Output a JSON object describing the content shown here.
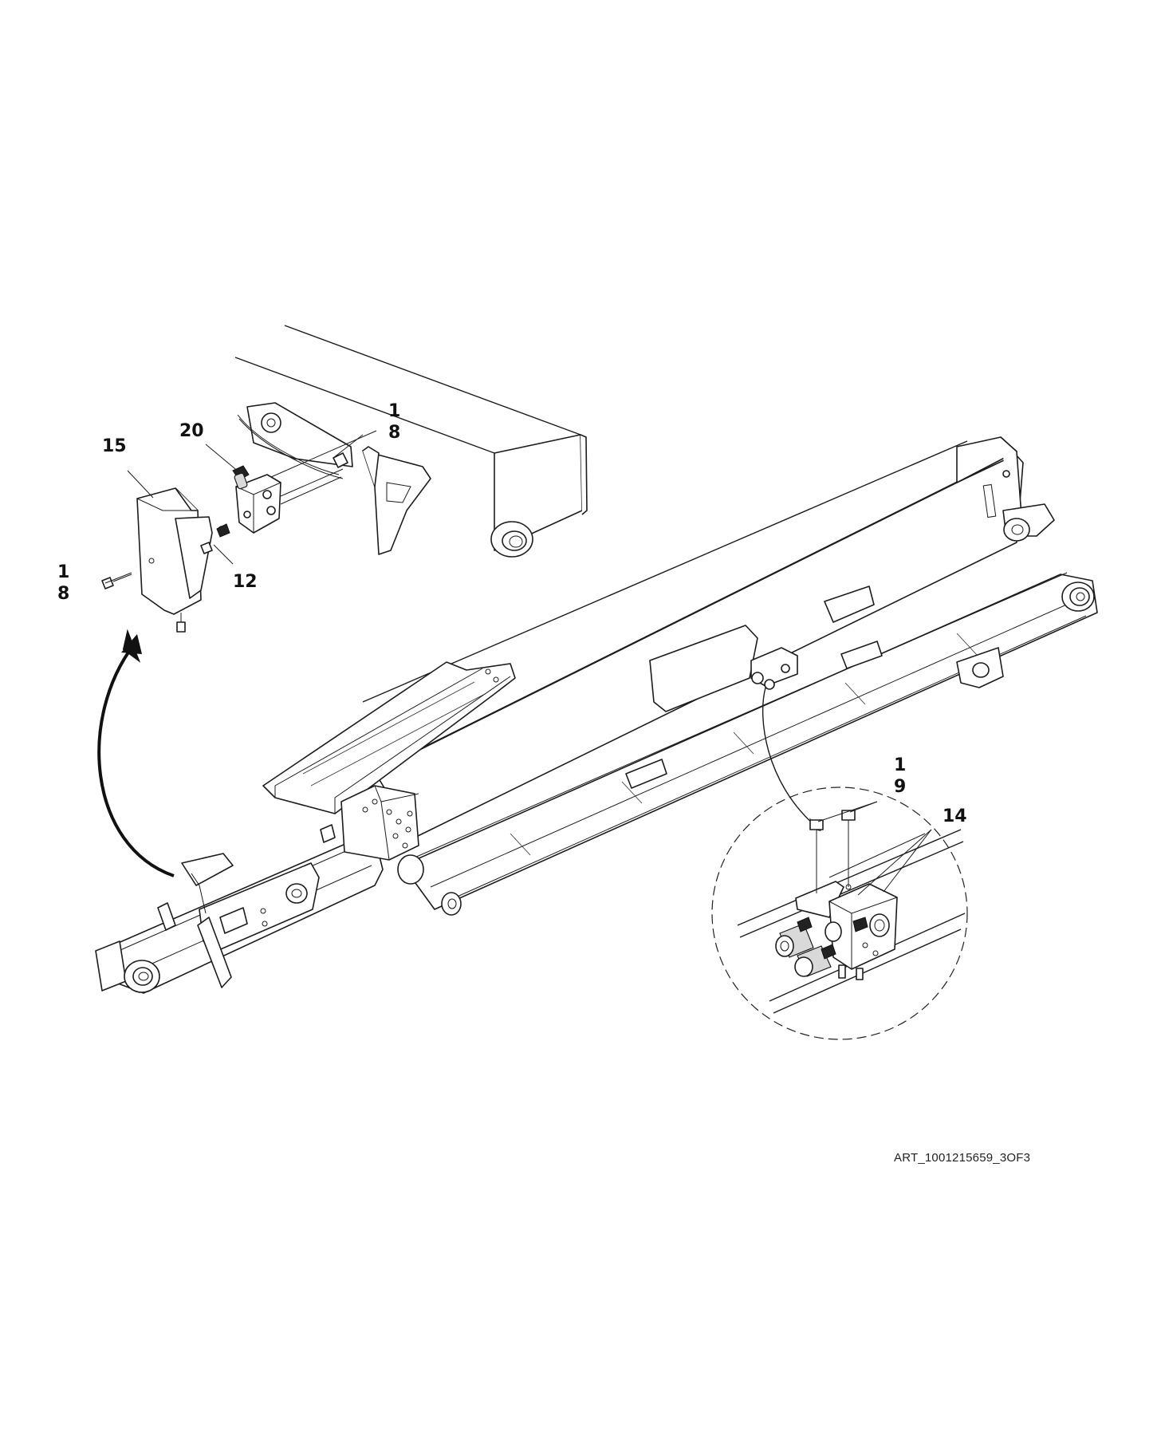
{
  "callouts": [
    {
      "id": "c15",
      "lines": [
        "15"
      ]
    },
    {
      "id": "c20",
      "lines": [
        "20"
      ]
    },
    {
      "id": "c18-top",
      "lines": [
        "1",
        "8"
      ]
    },
    {
      "id": "c18-left",
      "lines": [
        "1",
        "8"
      ]
    },
    {
      "id": "c12",
      "lines": [
        "12"
      ]
    },
    {
      "id": "c19",
      "lines": [
        "1",
        "9"
      ]
    },
    {
      "id": "c14",
      "lines": [
        "14"
      ]
    }
  ],
  "art_reference": "ART_1001215659_3OF3",
  "colors": {
    "line": "#1c1c1c",
    "background": "#ffffff"
  }
}
